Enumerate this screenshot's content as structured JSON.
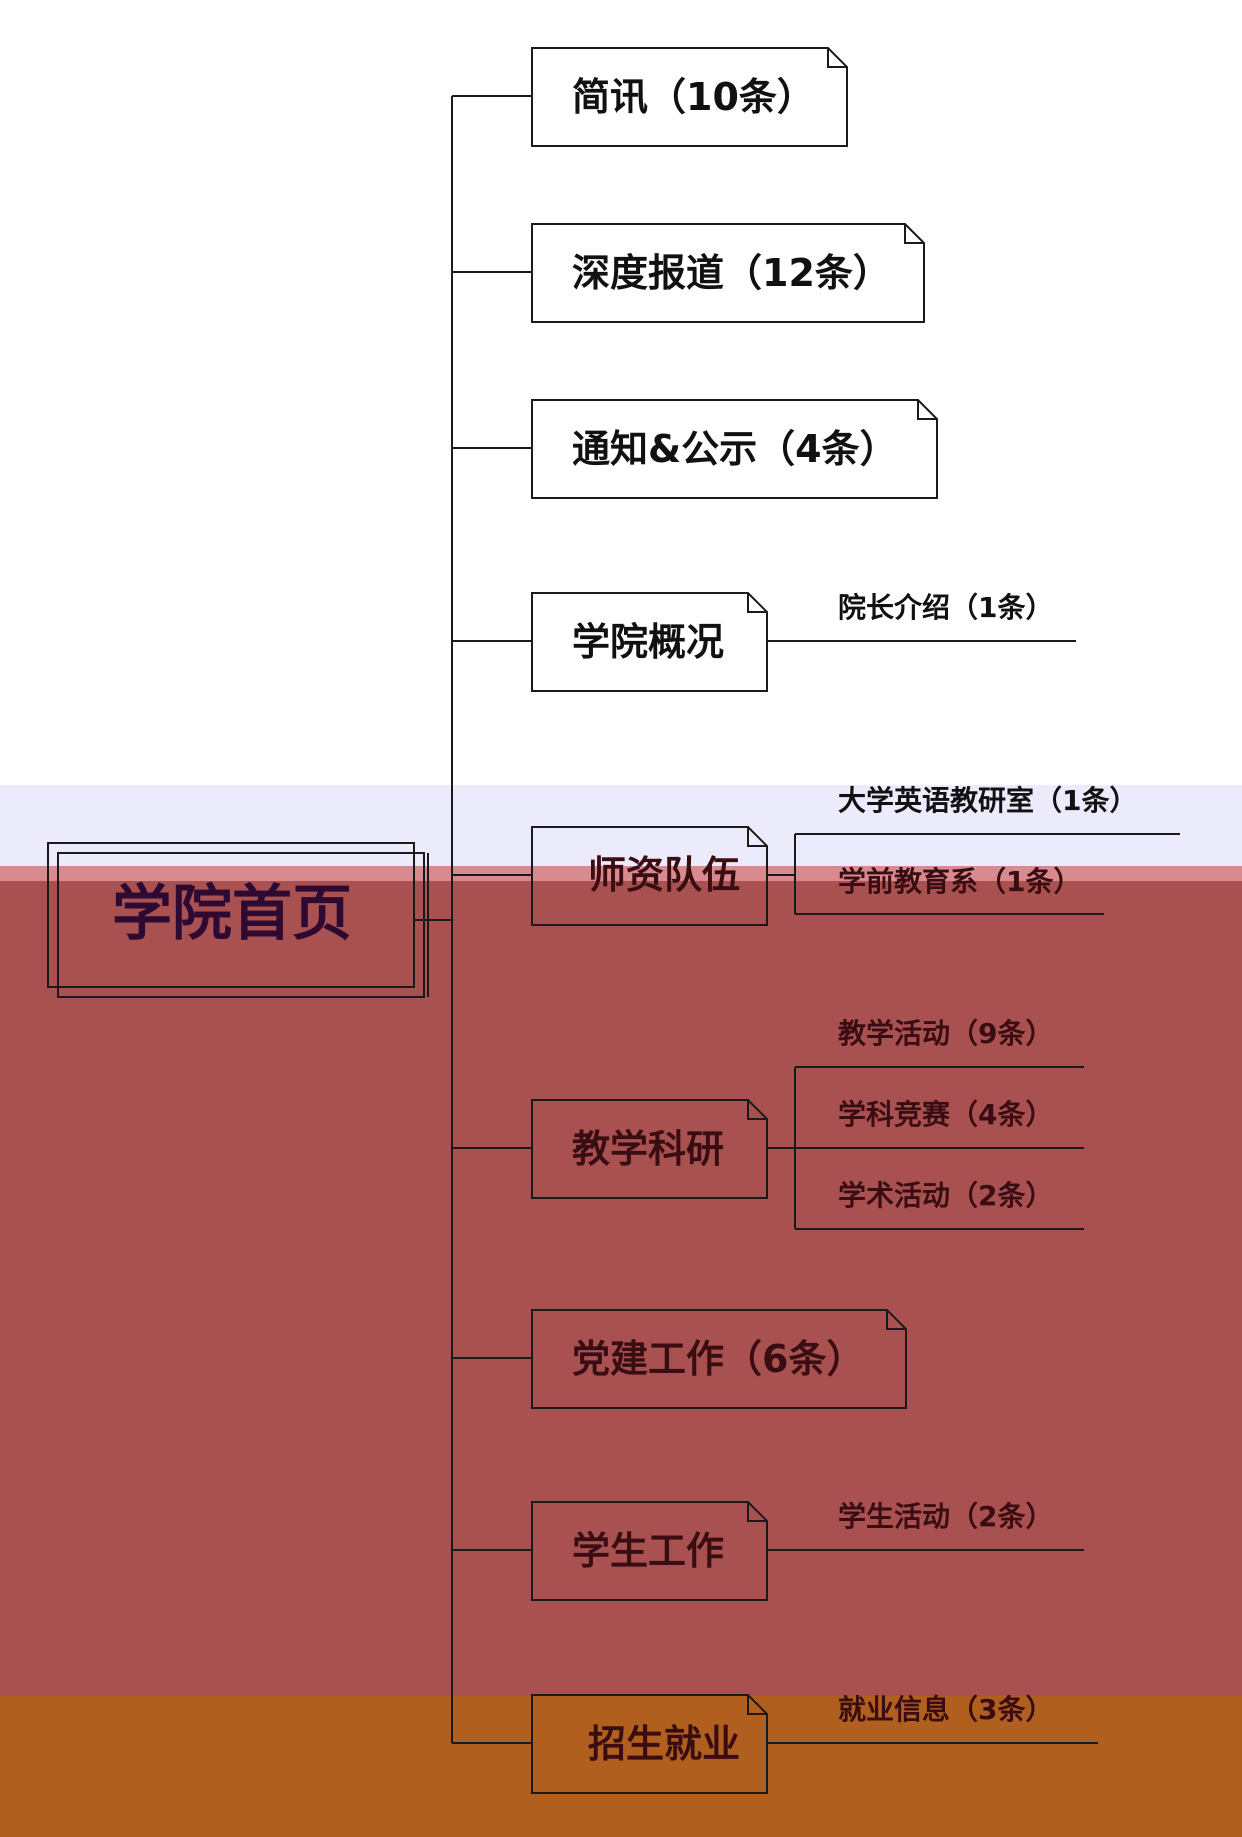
{
  "root": {
    "label": "学院首页"
  },
  "branches": [
    {
      "id": "b1",
      "label": "简讯（10条）",
      "children": []
    },
    {
      "id": "b2",
      "label": "深度报道（12条）",
      "children": []
    },
    {
      "id": "b3",
      "label": "通知&公示（4条）",
      "children": []
    },
    {
      "id": "b4",
      "label": "学院概况",
      "children": [
        "院长介绍（1条）"
      ]
    },
    {
      "id": "b5",
      "label": "师资队伍",
      "children": [
        "大学英语教研室（1条）",
        "学前教育系（1条）"
      ]
    },
    {
      "id": "b6",
      "label": "教学科研",
      "children": [
        "教学活动（9条）",
        "学科竞赛（4条）",
        "学术活动（2条）"
      ]
    },
    {
      "id": "b7",
      "label": "党建工作（6条）",
      "children": []
    },
    {
      "id": "b8",
      "label": "学生工作",
      "children": [
        "学生活动（2条）"
      ]
    },
    {
      "id": "b9",
      "label": "招生就业",
      "children": [
        "就业信息（3条）"
      ]
    }
  ],
  "colors": {
    "line": "#1a1a1a",
    "band_lavender": "#ecebfb",
    "band_red": "#a85150",
    "band_orange": "#b05f1f"
  }
}
